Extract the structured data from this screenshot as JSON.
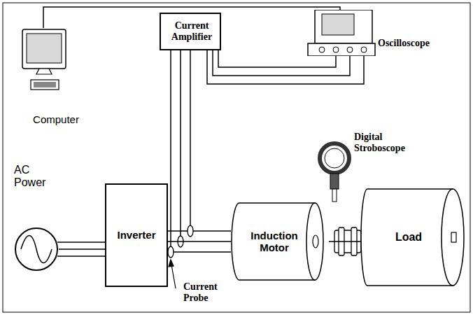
{
  "diagram": {
    "nodes": [
      {
        "text": [
          "Computer"
        ]
      },
      {
        "text": [
          "Current Amplifier"
        ]
      },
      {
        "text": [
          "Oscilloscope"
        ]
      },
      {
        "text": [
          "AC Power"
        ]
      },
      {
        "text": [
          "Inverter"
        ]
      },
      {
        "text": [
          "Induction Motor"
        ]
      },
      {
        "text": [
          "Load"
        ]
      },
      {
        "text": [
          "Digital Stroboscope"
        ]
      }
    ],
    "edges": [
      {
        "from": 0,
        "to": 2,
        "arrow": "none"
      },
      {
        "from": 1,
        "to": 2,
        "arrow": "none"
      },
      {
        "from": 3,
        "to": 4,
        "arrow": "none"
      },
      {
        "from": 4,
        "to": 5,
        "arrow": "none"
      },
      {
        "from": 5,
        "to": 6,
        "arrow": "none"
      }
    ],
    "labels": [
      "Current Probe"
    ]
  }
}
